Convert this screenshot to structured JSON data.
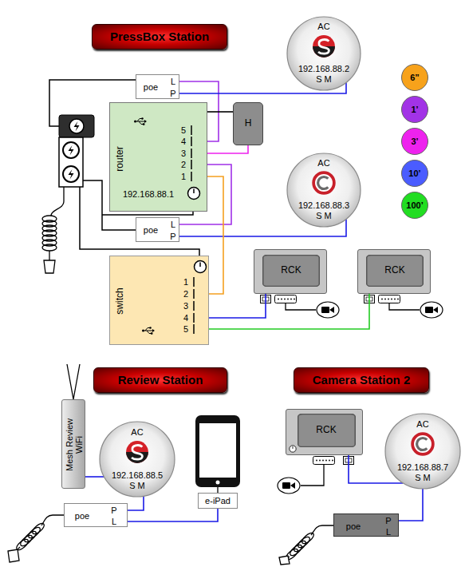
{
  "diagram": {
    "nodes": [
      {
        "text": [
          "PressBox Station"
        ]
      },
      {
        "text": [
          "AC",
          "192.168.88.2",
          "S M"
        ]
      },
      {
        "text": [
          "poe",
          "L",
          "P"
        ]
      },
      {
        "text": [
          "H"
        ]
      },
      {
        "text": [
          "router",
          "5",
          "4",
          "3",
          "2",
          "1",
          "192.168.88.1"
        ]
      },
      {
        "text": [
          "AC",
          "192.168.88.3",
          "S M"
        ]
      },
      {
        "text": [
          "poe",
          "L",
          "P"
        ]
      },
      {
        "text": [
          "switch",
          "1",
          "2",
          "3",
          "4",
          "5"
        ]
      },
      {
        "text": [
          "RCK"
        ]
      },
      {
        "text": [
          "RCK"
        ]
      },
      {
        "text": [
          "Review Station"
        ]
      },
      {
        "text": [
          "Mesh Review WiFi"
        ]
      },
      {
        "text": [
          "AC",
          "192.168.88.5",
          "S M"
        ]
      },
      {
        "text": [
          "e-iPad"
        ]
      },
      {
        "text": [
          "poe",
          "P",
          "L"
        ]
      },
      {
        "text": [
          "Camera Station 2"
        ]
      },
      {
        "text": [
          "RCK"
        ]
      },
      {
        "text": [
          "AC",
          "192.168.88.7",
          "S M"
        ]
      },
      {
        "text": [
          "poe",
          "P",
          "L"
        ]
      }
    ],
    "edges": [
      {
        "from": 2,
        "to": 4,
        "arrow": "none"
      },
      {
        "from": 2,
        "to": 1,
        "arrow": "none"
      },
      {
        "from": 4,
        "to": 3,
        "arrow": "none"
      },
      {
        "from": 4,
        "to": 3,
        "arrow": "none"
      },
      {
        "from": 4,
        "to": 6,
        "arrow": "none"
      },
      {
        "from": 6,
        "to": 5,
        "arrow": "none"
      },
      {
        "from": 4,
        "to": 7,
        "arrow": "none"
      },
      {
        "from": 7,
        "to": 8,
        "arrow": "none"
      },
      {
        "from": 7,
        "to": 9,
        "arrow": "none"
      },
      {
        "from": 11,
        "to": 12,
        "arrow": "none"
      },
      {
        "from": 14,
        "to": 12,
        "arrow": "none"
      },
      {
        "from": 14,
        "to": 13,
        "arrow": "none"
      },
      {
        "from": 16,
        "to": 17,
        "arrow": "none"
      },
      {
        "from": 18,
        "to": 17,
        "arrow": "none"
      }
    ],
    "legend": [
      {
        "text": "6”",
        "color": "#f7a21b"
      },
      {
        "text": "1’",
        "color": "#a233e6"
      },
      {
        "text": "3’",
        "color": "#ee22ee"
      },
      {
        "text": "10’",
        "color": "#4a5cff"
      },
      {
        "text": "100’",
        "color": "#22dd22"
      }
    ]
  }
}
